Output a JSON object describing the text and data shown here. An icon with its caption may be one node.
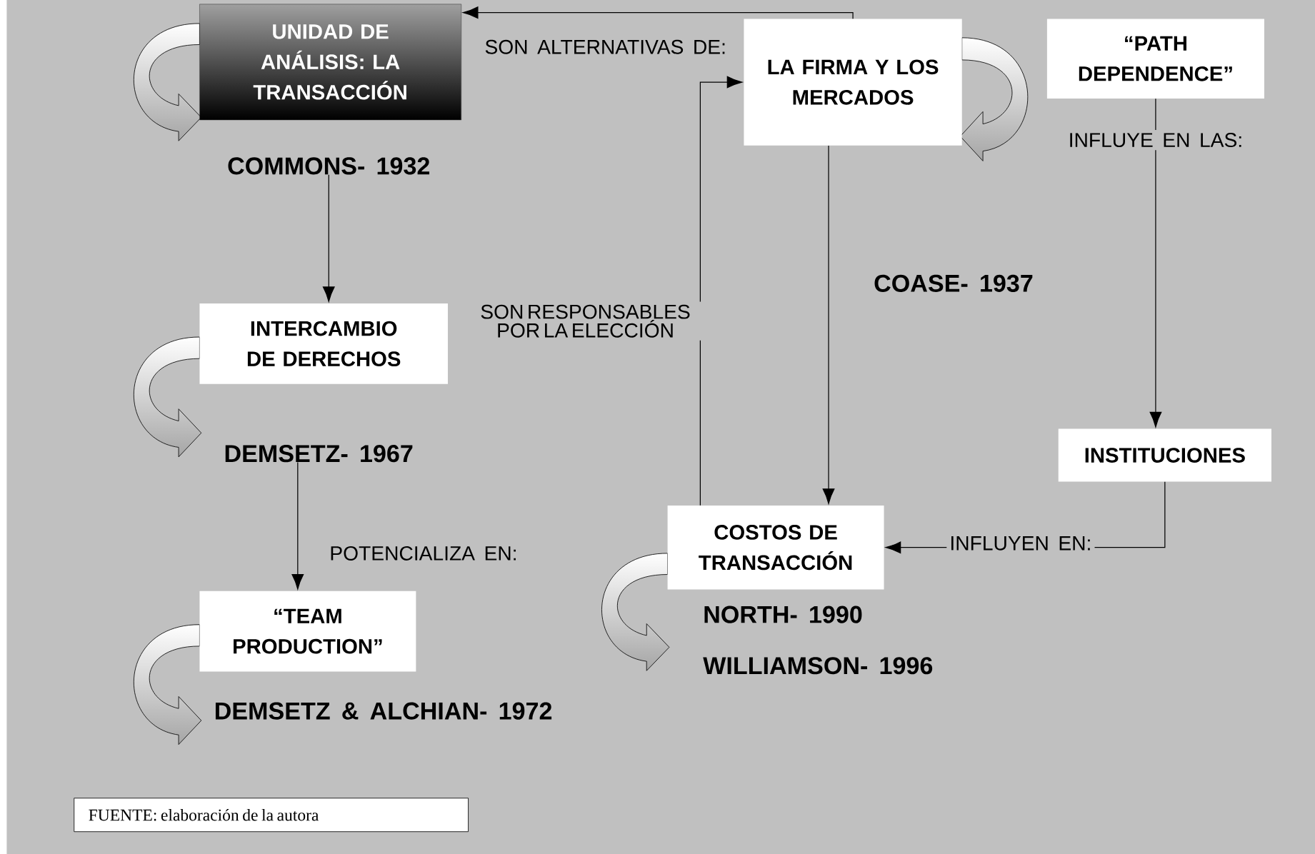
{
  "diagram": {
    "caption": "FUENTE: elaboración de la autora",
    "nodes": [
      {
        "text": [
          "UNIDAD DE ANÁLISIS: LA TRANSACCIÓN"
        ]
      },
      {
        "text": [
          "LA FIRMA Y LOS MERCADOS"
        ]
      },
      {
        "text": [
          "“PATH DEPENDENCE”"
        ]
      },
      {
        "text": [
          "INTERCAMBIO DE DERECHOS"
        ]
      },
      {
        "text": [
          "INSTITUCIONES"
        ]
      },
      {
        "text": [
          "COSTOS DE TRANSACCIÓN"
        ]
      },
      {
        "text": [
          "“TEAM PRODUCTION”"
        ]
      },
      {
        "text": [
          "COMMONS- 1932"
        ]
      },
      {
        "text": [
          "DEMSETZ- 1967"
        ]
      }
    ],
    "edges": [
      {
        "from": 1,
        "to": 0,
        "arrow": "to",
        "label": "SON ALTERNATIVAS DE:"
      },
      {
        "from": 7,
        "to": 3,
        "arrow": "to"
      },
      {
        "from": 5,
        "to": 1,
        "arrow": "to",
        "label": "SON RESPONSABLES POR LA ELECCIÓN"
      },
      {
        "from": 1,
        "to": 5,
        "arrow": "to",
        "label": "COASE- 1937"
      },
      {
        "from": 2,
        "to": 4,
        "arrow": "to",
        "label": "INFLUYE EN LAS:"
      },
      {
        "from": 8,
        "to": 6,
        "arrow": "to",
        "label": "POTENCIALIZA EN:"
      },
      {
        "from": 4,
        "to": 5,
        "arrow": "to",
        "label": "INFLUYEN EN:"
      }
    ],
    "labels": [
      "NORTH- 1990",
      "WILLIAMSON- 1996",
      "DEMSETZ & ALCHIAN- 1972"
    ]
  }
}
